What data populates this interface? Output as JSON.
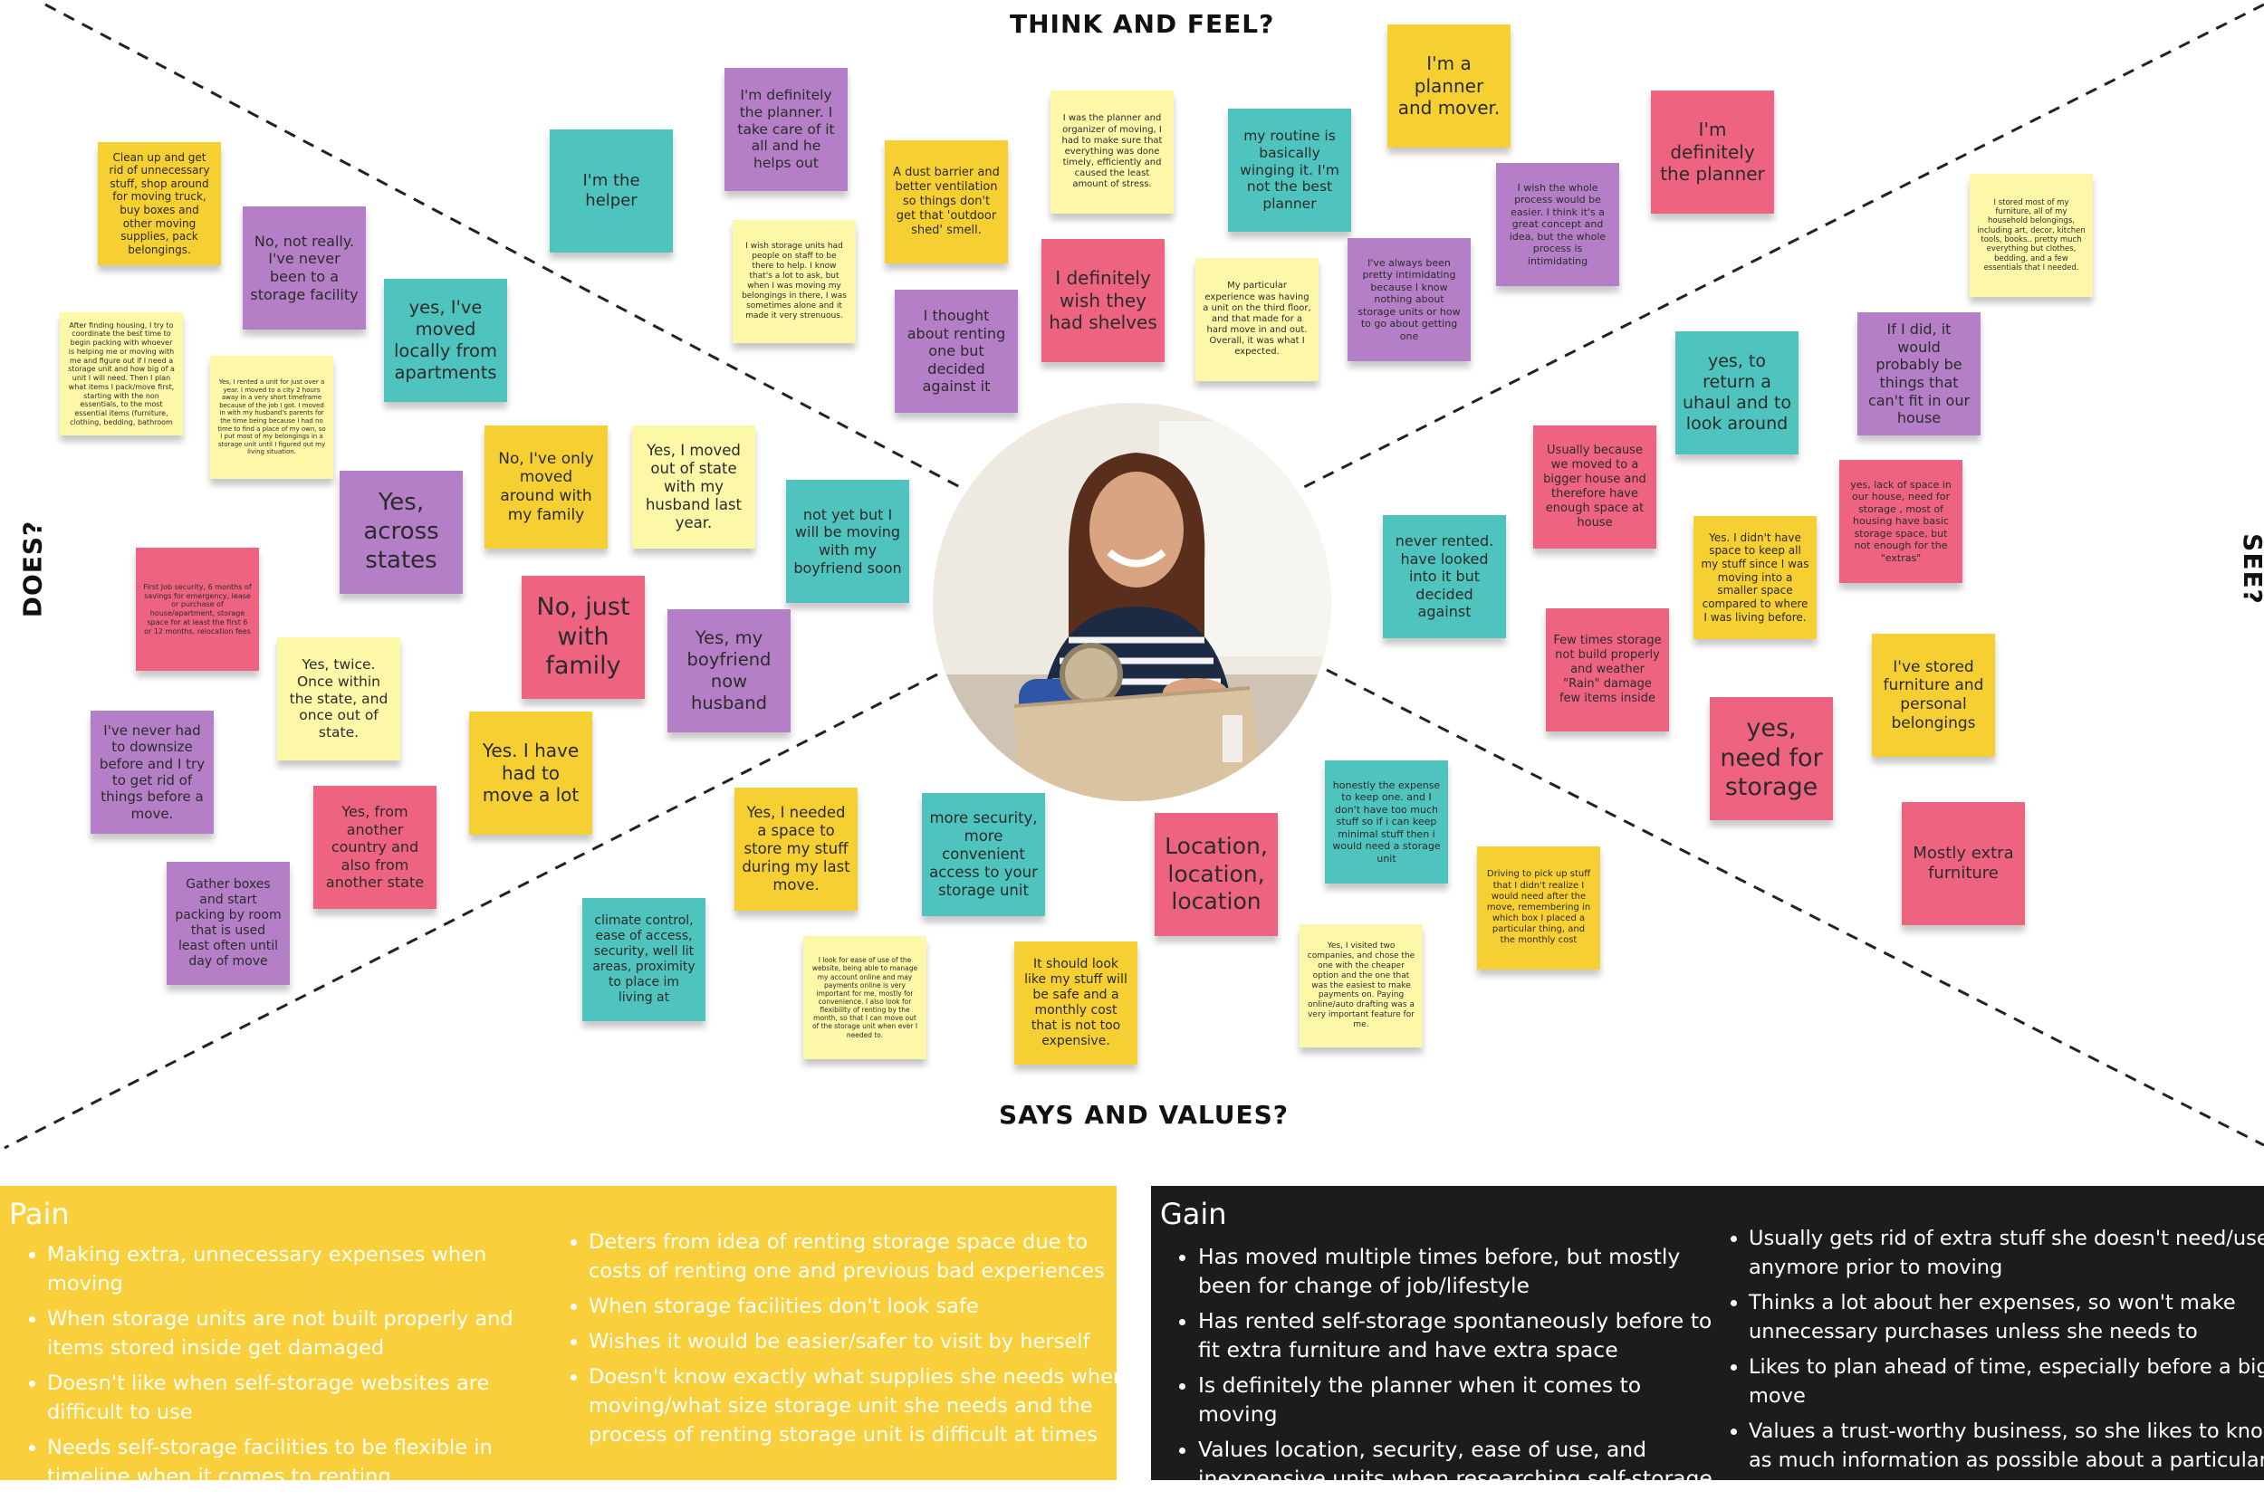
{
  "headings": {
    "top": "THINK AND FEEL?",
    "bottom": "SAYS AND VALUES?",
    "left": "DOES?",
    "right": "SEE?"
  },
  "colors": {
    "yellow": "#f6cf32",
    "pale": "#fdf7a8",
    "purple": "#b47fc6",
    "pink": "#ee6480",
    "teal": "#4fc3be",
    "pain_bg": "#f9cf3b",
    "gain_bg": "#1c1c1c"
  },
  "portrait_icon": "person-packing-box-photo",
  "notes": [
    "Clean up and get rid of unnecessary stuff, shop around for moving truck, buy boxes and other moving supplies, pack belongings.",
    "No, not really. I've never been to a storage facility",
    "After finding housing, I try to coordinate the best time to begin packing with whoever is helping me or moving with me and figure out if I need a storage unit and how big of a unit I will need. Then I plan what items I pack/move first, starting with the non essentials, to the most essential items (furniture, clothing, bedding, bathroom",
    "Yes, I rented a unit for just over a year. I moved to a city 2 hours away in a very short timeframe because of the job I got. I moved in with my husband's parents for the time being because I had no time to find a place of my own, so I put most of my belongings in a storage unit until I figured out my living situation.",
    "yes, I've moved locally from apartments",
    "I'm the helper",
    "I'm definitely the planner. I take care of it all and he helps out",
    "I wish storage units had people on staff to be there to help. I know that's a lot to ask, but when I was moving my belongings in there, I was sometimes alone and it made it very strenuous.",
    "A dust barrier and better ventilation so things don't get that 'outdoor shed' smell.",
    "I thought about renting one but decided against it",
    "I was the planner and organizer of moving, I had to make sure that everything was done timely, efficiently and caused the least amount of stress.",
    "I definitely wish they had shelves",
    "my routine is basically winging it. I'm not the best planner",
    "My particular experience was having a unit on the third floor, and that made for a hard move in and out. Overall, it was what I expected.",
    "I'm a planner and mover.",
    "I've always been pretty intimidating because I know nothing about storage units or how to go about getting one",
    "I wish the whole process would be easier. I think it's a great concept and idea, but the whole process is intimidating",
    "I'm definitely the planner",
    "I stored most of my furniture, all of my household belongings, including art, decor, kitchen tools, books.. pretty much everything but clothes, bedding, and a few essentials that I needed.",
    "Yes, across states",
    "No, I've only moved around with my family",
    "Yes, I moved out of state with my husband last year.",
    "not yet but I will be moving with my boyfriend soon",
    "First Job security, 6 months of savings for emergency, lease or purchase of house/apartment, storage space for at least the first 6 or 12 months, relocation fees",
    "No, just with family",
    "Yes, my boyfriend now husband",
    "Yes, twice. Once within the state, and once out of state.",
    "I've never had to downsize before and I try to get rid of things before a move.",
    "Yes. I have had to move a lot",
    "Yes, from another country and also from another state",
    "Gather boxes and start packing by room that is used least often until day of move",
    "yes, to return a uhaul and to look around",
    "If I did, it would probably be things that can't fit in our house",
    "Usually because we moved to a bigger house and therefore have enough space at house",
    "yes, lack of space in our house, need for storage , most of housing have basic storage space, but not enough for the \"extras\"",
    "never rented. have looked into it but decided against",
    "Yes. I didn't have space to keep all my stuff since I was moving into a smaller space compared to where I was living before.",
    "Few times storage not build properly and weather \"Rain\" damage few items inside",
    "I've stored furniture and personal belongings",
    "yes, need for storage",
    "Mostly extra furniture",
    "Yes, I needed a space to store my stuff during my last move.",
    "more security, more convenient access to your storage unit",
    "Location, location, location",
    "honestly the expense to keep one. and I don't have too much stuff so if i can keep minimal stuff then i would need a storage unit",
    "climate control, ease of access, security, well lit areas, proximity to place im living at",
    "I look for ease of use of the website, being able to manage my account online and may payments online is very important for me, mostly for convenience. I also look for flexibility of renting by the month, so that I can move out of the storage unit when ever I needed to.",
    "It should look like my stuff will be safe and a monthly cost that is not too expensive.",
    "Yes, I visited two companies, and chose the one with the cheaper option and the one that was the easiest to make payments on. Paying online/auto drafting was a very important feature for me.",
    "Driving to pick up stuff that I didn't realize I would need after the move, remembering in which box I placed a particular thing, and the monthly cost"
  ],
  "pain": {
    "title": "Pain",
    "col1": [
      "Making extra, unnecessary expenses when moving",
      "When storage units are not built properly and items stored inside get damaged",
      "Doesn't like when self-storage websites are difficult to use",
      "Needs self-storage facilities to be flexible in timeline when it comes to renting"
    ],
    "col2": [
      "Deters from idea of renting storage space due to costs of renting one and previous bad experiences",
      "When storage facilities don't look safe",
      "Wishes it would be easier/safer to visit by herself",
      "Doesn't know exactly what supplies she needs when moving/what size storage unit she needs and the process of renting storage unit is difficult at times"
    ]
  },
  "gain": {
    "title": "Gain",
    "col1": [
      "Has moved multiple times before, but mostly been for change of job/lifestyle",
      "Has rented self-storage spontaneously before to fit extra furniture and have extra space",
      "Is definitely the planner when it comes to moving",
      "Values location, security, ease of use, and inexpensive units when researching self-storage"
    ],
    "col2": [
      "Usually gets rid of extra stuff she doesn't need/use anymore prior to moving",
      "Thinks a lot about her expenses, so won't make unnecessary purchases unless she needs to",
      "Likes to plan ahead of time, especially before a big move",
      "Values a trust-worthy business, so she likes to know as much information as possible about a particular place of business"
    ]
  }
}
